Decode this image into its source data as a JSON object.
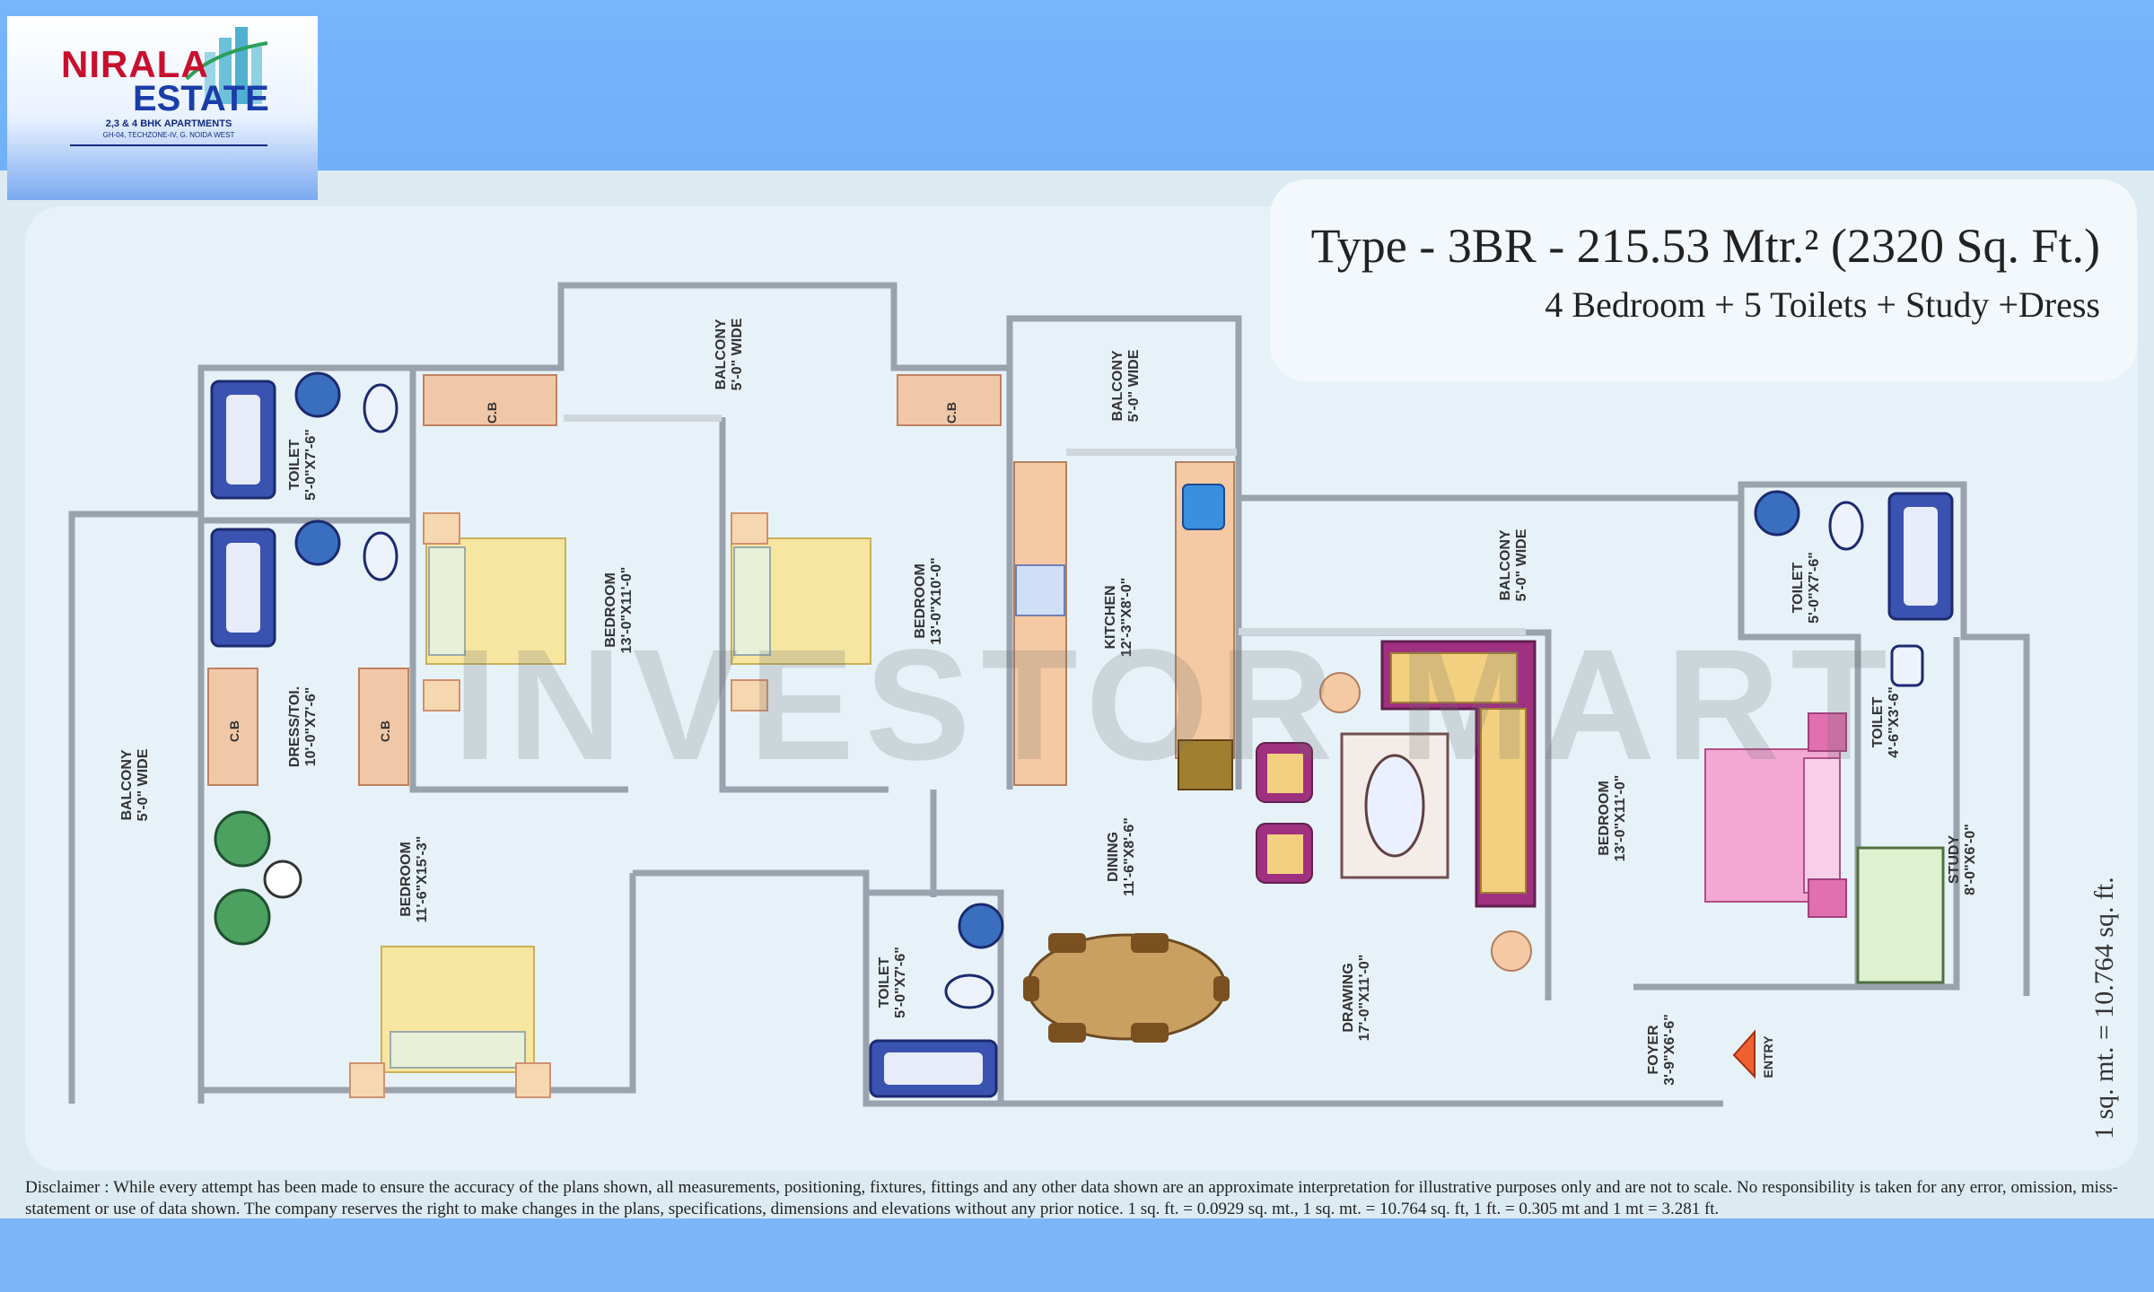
{
  "logo": {
    "brand_line1": "NIRALA",
    "brand_line2": "ESTATE",
    "tagline": "2,3 & 4 BHK APARTMENTS",
    "address": "GH-04, TECHZONE-IV, G. NOIDA WEST"
  },
  "title": {
    "main": "Type - 3BR - 215.53 Mtr.² (2320 Sq. Ft.)",
    "sub": "4 Bedroom + 5 Toilets + Study +Dress"
  },
  "rooms": {
    "balcony_top": {
      "name": "BALCONY",
      "size": "5'-0\" WIDE"
    },
    "balcony_kitchen": {
      "name": "BALCONY",
      "size": "5'-0\" WIDE"
    },
    "balcony_left": {
      "name": "BALCONY",
      "size": "5'-0\" WIDE"
    },
    "balcony_right": {
      "name": "BALCONY",
      "size": "5'-0\" WIDE"
    },
    "toilet_1": {
      "name": "TOILET",
      "size": "5'-0\"X7'-6\""
    },
    "toilet_2": {
      "name": "TOILET",
      "size": "5'-0\"X7'-6\""
    },
    "toilet_3": {
      "name": "TOILET",
      "size": "5'-0\"X7'-6\""
    },
    "toilet_4": {
      "name": "TOILET",
      "size": "4'-6\"X3'-6\""
    },
    "dress": {
      "name": "DRESS/TOI.",
      "size": "10'-0\"X7'-6\""
    },
    "bedroom_1": {
      "name": "BEDROOM",
      "size": "13'-0\"X11'-0\""
    },
    "bedroom_2": {
      "name": "BEDROOM",
      "size": "13'-0\"X10'-0\""
    },
    "bedroom_3": {
      "name": "BEDROOM",
      "size": "11'-6\"X15'-3\""
    },
    "bedroom_4": {
      "name": "BEDROOM",
      "size": "13'-0\"X11'-0\""
    },
    "kitchen": {
      "name": "KITCHEN",
      "size": "12'-3\"X8'-0\""
    },
    "dining": {
      "name": "DINING",
      "size": "11'-6\"X8'-6\""
    },
    "drawing": {
      "name": "DRAWING",
      "size": "17'-0\"X11'-0\""
    },
    "foyer": {
      "name": "FOYER",
      "size": "3'-9\"X6'-6\""
    },
    "study": {
      "name": "STUDY",
      "size": "8'-0\"X6'-0\""
    },
    "entry": "ENTRY",
    "cb": "C.B"
  },
  "watermark": "INVESTOR MART",
  "scale_note": "1 sq. mt. = 10.764 sq. ft.",
  "disclaimer": "Disclaimer : While every attempt has been made to ensure the accuracy of the plans shown, all measurements, positioning, fixtures, fittings and any other data shown are an approximate interpretation for illustrative purposes only and are not to scale. No responsibility is taken for any error, omission, miss-statement or use of data shown. The company reserves the right to make changes in the plans, specifications, dimensions and elevations without any prior notice. 1 sq. ft. = 0.0929 sq. mt., 1 sq. mt. = 10.764 sq. ft, 1 ft. = 0.305 mt and 1 mt = 3.281 ft."
}
